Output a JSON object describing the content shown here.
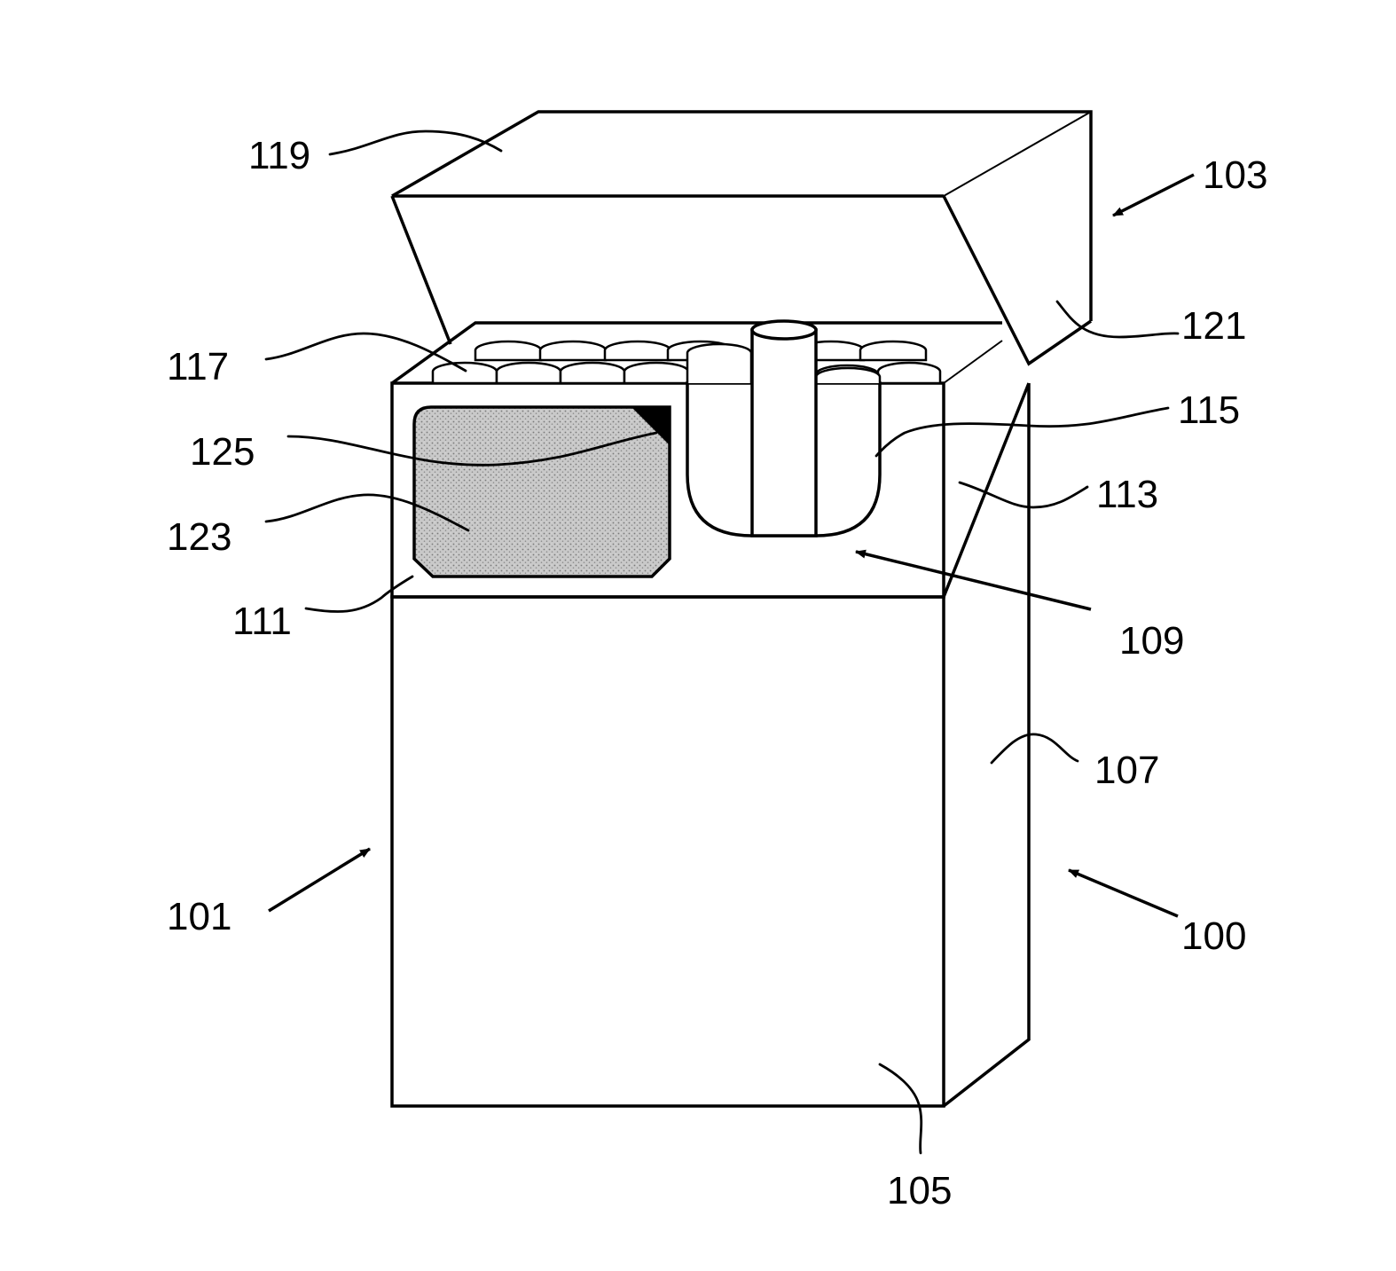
{
  "figure": {
    "labels": {
      "l100": "100",
      "l101": "101",
      "l103": "103",
      "l105": "105",
      "l107": "107",
      "l109": "109",
      "l111": "111",
      "l113": "113",
      "l115": "115",
      "l117": "117",
      "l119": "119",
      "l121": "121",
      "l123": "123",
      "l125": "125"
    }
  }
}
